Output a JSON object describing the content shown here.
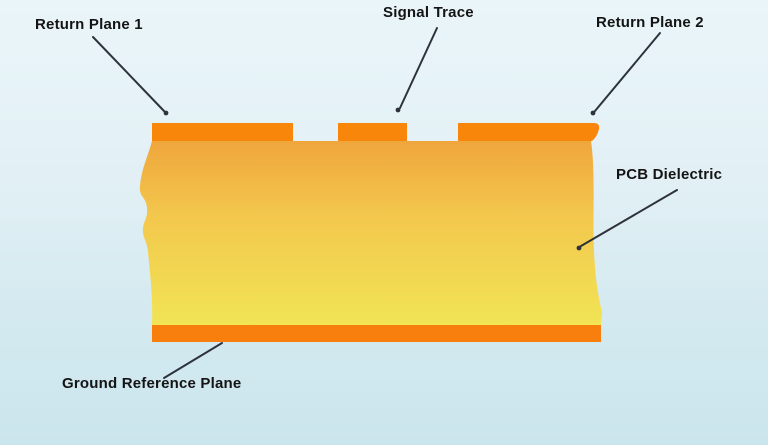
{
  "diagram": {
    "type": "pcb-cross-section",
    "labels": {
      "return_plane_1": "Return Plane 1",
      "signal_trace": "Signal Trace",
      "return_plane_2": "Return Plane 2",
      "pcb_dielectric": "PCB Dielectric",
      "ground_reference_plane": "Ground Reference Plane"
    },
    "colors": {
      "copper_orange": "#F8860B",
      "ground_copper_orange": "#F87F0D",
      "dielectric_top": "#EFA63C",
      "dielectric_mid": "#F3C84D",
      "dielectric_bottom": "#F1E455",
      "background_top": "#EAF5F9",
      "background_bottom": "#CBE5ED",
      "leader_line": "#2E333B",
      "label_text": "#141414"
    }
  }
}
